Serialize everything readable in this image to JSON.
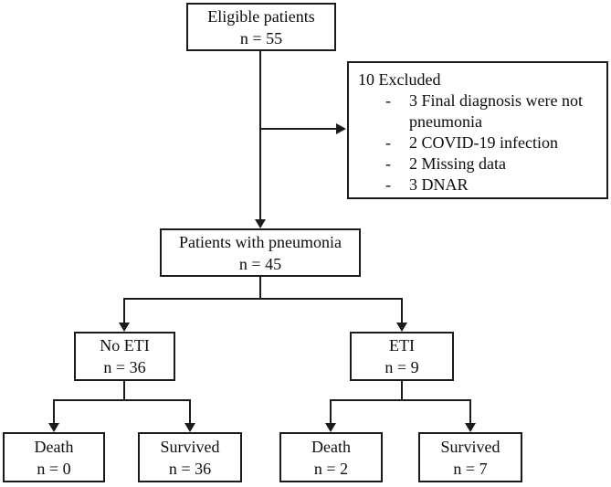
{
  "figure": {
    "type": "flowchart",
    "boxes": {
      "eligible": {
        "label": "Eligible patients",
        "count": "n = 55"
      },
      "excluded": {
        "title": "10 Excluded",
        "bullet": "-",
        "items": [
          "3 Final diagnosis were not pneumonia",
          "2 COVID-19 infection",
          "2 Missing data",
          "3 DNAR"
        ]
      },
      "pneumonia": {
        "label": "Patients with pneumonia",
        "count": "n = 45"
      },
      "no_eti": {
        "label": "No ETI",
        "count": "n = 36"
      },
      "eti": {
        "label": "ETI",
        "count": "n = 9"
      },
      "no_eti_death": {
        "label": "Death",
        "count": "n = 0"
      },
      "no_eti_survived": {
        "label": "Survived",
        "count": "n = 36"
      },
      "eti_death": {
        "label": "Death",
        "count": "n = 2"
      },
      "eti_survived": {
        "label": "Survived",
        "count": "n = 7"
      }
    },
    "colors": {
      "line": "#1b1b1b",
      "text": "#0d0d0d",
      "background": "#ffffff"
    }
  }
}
